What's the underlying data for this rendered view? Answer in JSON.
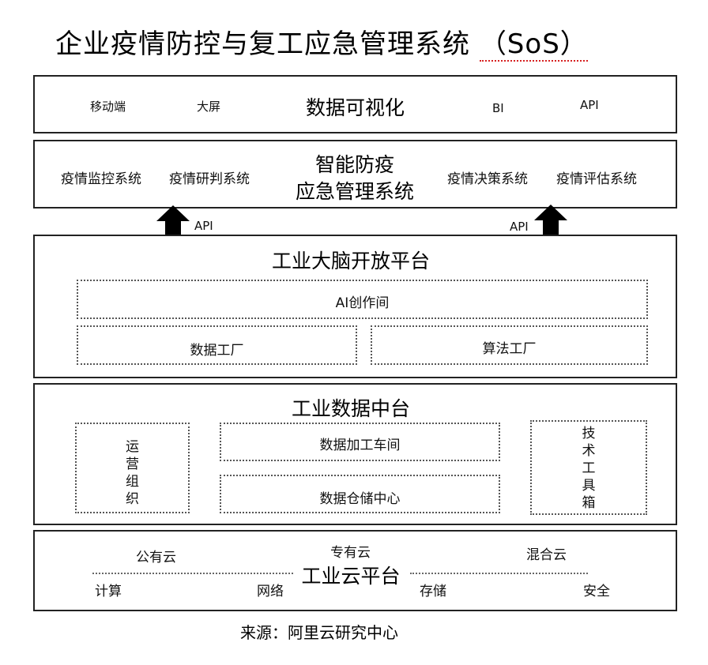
{
  "title": {
    "main": "企业疫情防控与复工应急管理系统",
    "suffix": "（SoS）"
  },
  "visualization_layer": {
    "title": "数据可视化",
    "items": [
      "移动端",
      "大屏",
      "BI",
      "API"
    ]
  },
  "system_layer": {
    "title_line1": "智能防疫",
    "title_line2": "应急管理系统",
    "items": [
      "疫情监控系统",
      "疫情研判系统",
      "疫情决策系统",
      "疫情评估系统"
    ]
  },
  "api_labels": [
    "API",
    "API"
  ],
  "brain_platform": {
    "title": "工业大脑开放平台",
    "ai_studio": "AI创作间",
    "data_factory": "数据工厂",
    "algorithm_factory": "算法工厂"
  },
  "data_middle_platform": {
    "title": "工业数据中台",
    "left_vertical": [
      "运",
      "营",
      "组",
      "织"
    ],
    "workshop": "数据加工车间",
    "storage": "数据仓储中心",
    "right_vertical": [
      "技",
      "术",
      "工",
      "具",
      "箱"
    ]
  },
  "cloud_platform": {
    "title": "工业云平台",
    "top_items": [
      "公有云",
      "专有云",
      "混合云"
    ],
    "bottom_items": [
      "计算",
      "网络",
      "存储",
      "安全"
    ]
  },
  "source": "来源：阿里云研究中心"
}
